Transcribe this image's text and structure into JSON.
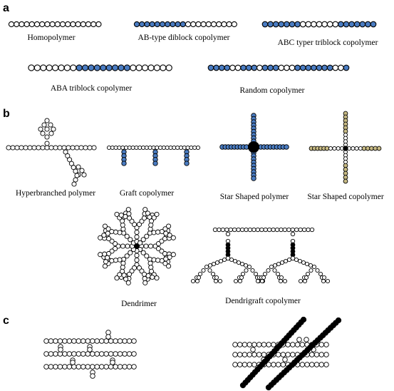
{
  "panels": {
    "a": "a",
    "b": "b",
    "c": "c"
  },
  "captions": {
    "homopolymer": "Homopolymer",
    "ab_diblock": "AB-type diblock copolymer",
    "abc_triblock": "ABC typer triblock copolymer",
    "aba_triblock": "ABA triblock copolymer",
    "random": "Random copolymer",
    "hyperbranched": "Hyperbranched polymer",
    "graft": "Graft copolymer",
    "star": "Star Shaped polymer",
    "star_copolymer": "Star Shaped copolymer",
    "dendrimer": "Dendrimer",
    "dendrigraft": "Dendrigraft copolymer"
  },
  "colors": {
    "monomer_outline": "#000000",
    "monomer_white": "#ffffff",
    "monomer_blue": "#4a7cc2",
    "monomer_tan": "#c8bb85",
    "monomer_black": "#000000",
    "core_black": "#000000"
  },
  "chains": {
    "homopolymer": "AAAAAAAAAAAAAAAAAA",
    "ab_diblock": "BBBBBBBBBBAAAAAAAAAA",
    "abc_triblock": "BBBBBBBAAAAAAABBBBBBB",
    "aba_triblock": "AAAAAAAABBBBBBBBBAAAAAAA",
    "random": "BBBBAABBBABBBAAABBBBBBBAAB"
  }
}
